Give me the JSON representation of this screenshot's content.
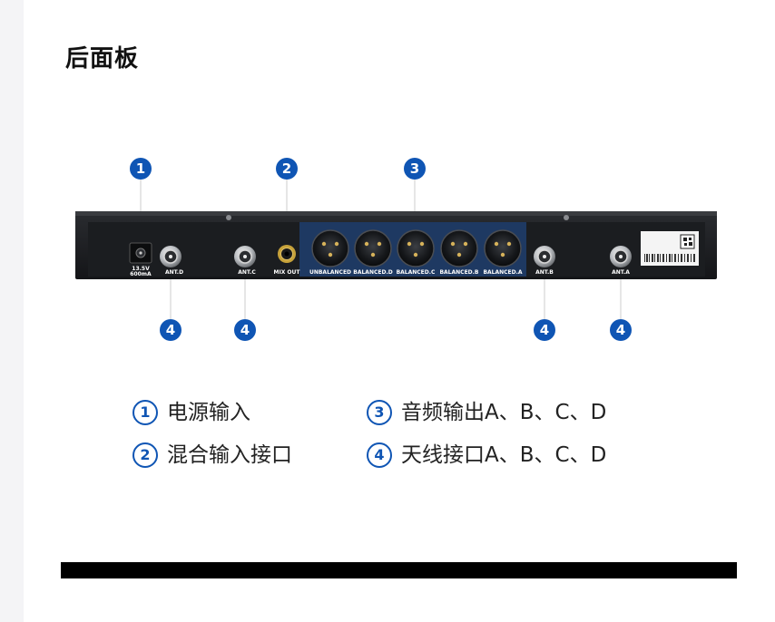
{
  "page": {
    "title": "后面板"
  },
  "callouts": [
    "1",
    "2",
    "3",
    "4",
    "4",
    "4",
    "4"
  ],
  "panel_labels": {
    "power": "13.5V",
    "power_sub": "600mA",
    "ant_d": "ANT.D",
    "ant_c": "ANT.C",
    "mix_out": "MIX OUT",
    "unbalanced": "UNBALANCED",
    "balanced_d": "BALANCED.D",
    "balanced_c": "BALANCED.C",
    "balanced_b": "BALANCED.B",
    "balanced_a": "BALANCED.A",
    "ant_b": "ANT.B",
    "ant_a": "ANT.A"
  },
  "legend": [
    {
      "num": "1",
      "text": "电源输入"
    },
    {
      "num": "3",
      "text": "音频输出A、B、C、D"
    },
    {
      "num": "2",
      "text": "混合输入接口"
    },
    {
      "num": "4",
      "text": "天线接口A、B、C、D"
    }
  ],
  "colors": {
    "accent_blue": "#0f55b4",
    "panel_dark": "#1f2124",
    "xlr_zone": "#1e3e6e"
  }
}
